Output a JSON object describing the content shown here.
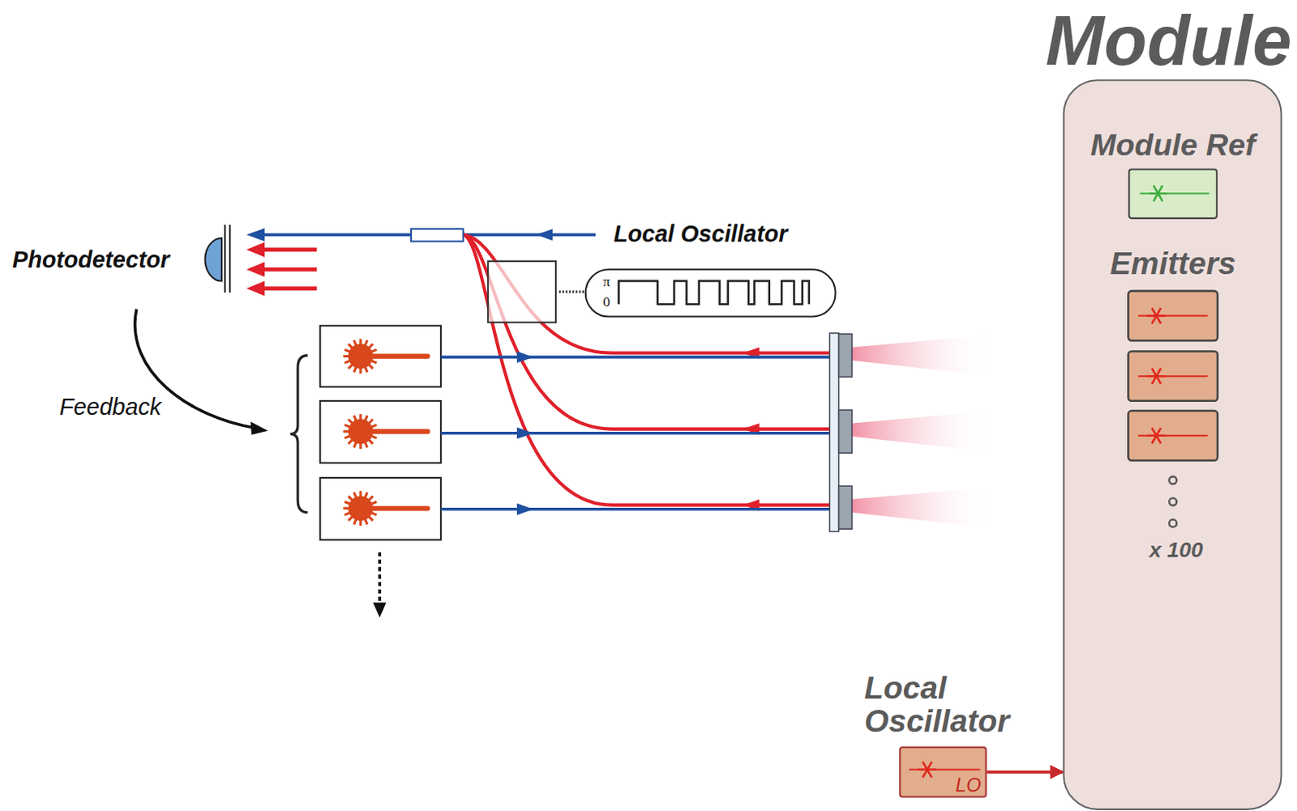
{
  "diagram": {
    "nodes": [
      {
        "text": [
          "Module"
        ]
      },
      {
        "text": [
          "Module Ref"
        ],
        "in": 0
      },
      {
        "text": [
          "Emitters",
          "x 100"
        ],
        "in": 0
      },
      {
        "text": [
          "Local Oscillator",
          "LO"
        ]
      }
    ],
    "edges": [
      {
        "from": 3,
        "to": 0,
        "arrow": "to"
      }
    ],
    "labels": [
      "Photodetector",
      "Local Oscillator",
      "π",
      "0",
      "Feedback"
    ]
  }
}
